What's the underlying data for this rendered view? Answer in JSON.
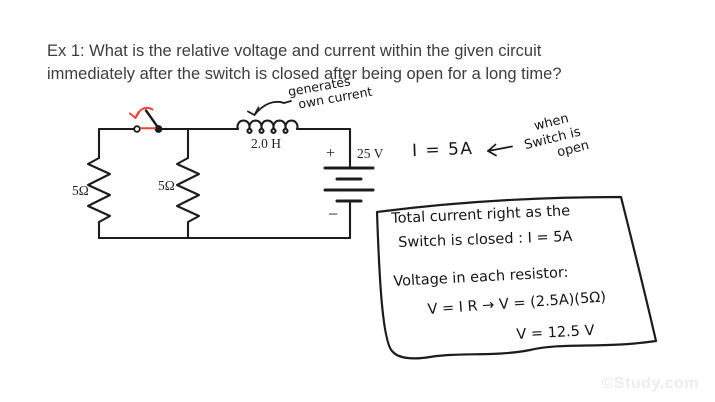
{
  "title": {
    "line1": "Ex 1:  What is the relative voltage and current within the given circuit",
    "line2": "immediately after the switch is closed after being open for a long time?"
  },
  "circuit": {
    "inductor_label": "2.0 H",
    "battery_plus": "+",
    "battery_minus": "−",
    "battery_voltage": "25 V",
    "resistor_left_label": "5Ω",
    "resistor_middle_label": "5Ω"
  },
  "annotations": {
    "inductor_note_line1": "generates",
    "inductor_note_line2": "own current",
    "current_equation": "I = 5A",
    "switch_note_line1": "when",
    "switch_note_line2": "Switch is",
    "switch_note_line3": "open"
  },
  "notebox": {
    "line1": "Total current right as the",
    "line2": "Switch is closed : I = 5A",
    "line3": "Voltage in each resistor:",
    "line4": "V = I R → V = (2.5A)(5Ω)",
    "line5": "V = 12.5 V"
  },
  "watermark": "©Study.com",
  "colors": {
    "ink": "#1c1c1c",
    "switch_red": "#e8463c",
    "title_gray": "#3d3d3d",
    "watermark_gray": "#ededed"
  }
}
